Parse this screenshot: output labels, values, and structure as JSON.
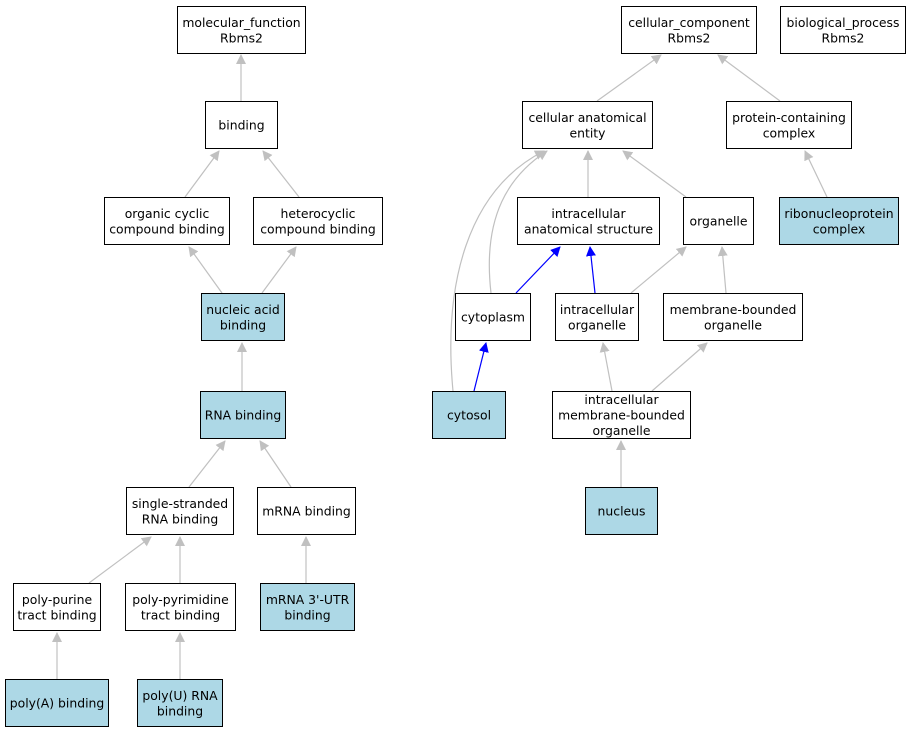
{
  "colors": {
    "highlight": "#add8e6",
    "plain": "#ffffff",
    "edge_gray": "#c0c0c0",
    "edge_blue": "#0000ff"
  },
  "nodes": {
    "mf_root": {
      "lines": [
        "molecular_function",
        "Rbms2"
      ],
      "highlight": false
    },
    "binding": {
      "lines": [
        "binding"
      ],
      "highlight": false
    },
    "organic_cyclic": {
      "lines": [
        "organic cyclic",
        "compound binding"
      ],
      "highlight": false
    },
    "heterocyclic": {
      "lines": [
        "heterocyclic",
        "compound binding"
      ],
      "highlight": false
    },
    "nucleic_acid": {
      "lines": [
        "nucleic acid",
        "binding"
      ],
      "highlight": true
    },
    "rna_binding": {
      "lines": [
        "RNA binding"
      ],
      "highlight": true
    },
    "ss_rna": {
      "lines": [
        "single-stranded",
        "RNA binding"
      ],
      "highlight": false
    },
    "mrna_binding": {
      "lines": [
        "mRNA binding"
      ],
      "highlight": false
    },
    "poly_purine": {
      "lines": [
        "poly-purine",
        "tract binding"
      ],
      "highlight": false
    },
    "poly_pyrimidine": {
      "lines": [
        "poly-pyrimidine",
        "tract binding"
      ],
      "highlight": false
    },
    "mrna_3utr": {
      "lines": [
        "mRNA 3'-UTR",
        "binding"
      ],
      "highlight": true
    },
    "polya": {
      "lines": [
        "poly(A) binding"
      ],
      "highlight": true
    },
    "polyu": {
      "lines": [
        "poly(U) RNA",
        "binding"
      ],
      "highlight": true
    },
    "cc_root": {
      "lines": [
        "cellular_component",
        "Rbms2"
      ],
      "highlight": false
    },
    "bp_root": {
      "lines": [
        "biological_process",
        "Rbms2"
      ],
      "highlight": false
    },
    "cae": {
      "lines": [
        "cellular anatomical",
        "entity"
      ],
      "highlight": false
    },
    "pcc": {
      "lines": [
        "protein-containing",
        "complex"
      ],
      "highlight": false
    },
    "ias": {
      "lines": [
        "intracellular",
        "anatomical structure"
      ],
      "highlight": false
    },
    "organelle": {
      "lines": [
        "organelle"
      ],
      "highlight": false
    },
    "rnp": {
      "lines": [
        "ribonucleoprotein",
        "complex"
      ],
      "highlight": true
    },
    "cytoplasm": {
      "lines": [
        "cytoplasm"
      ],
      "highlight": false
    },
    "intra_org": {
      "lines": [
        "intracellular",
        "organelle"
      ],
      "highlight": false
    },
    "mbo": {
      "lines": [
        "membrane-bounded",
        "organelle"
      ],
      "highlight": false
    },
    "cytosol": {
      "lines": [
        "cytosol"
      ],
      "highlight": true
    },
    "imbo": {
      "lines": [
        "intracellular",
        "membrane-bounded",
        "organelle"
      ],
      "highlight": false
    },
    "nucleus": {
      "lines": [
        "nucleus"
      ],
      "highlight": true
    }
  },
  "edges": [
    {
      "from": "binding",
      "to": "mf_root",
      "color": "gray"
    },
    {
      "from": "organic_cyclic",
      "to": "binding",
      "color": "gray"
    },
    {
      "from": "heterocyclic",
      "to": "binding",
      "color": "gray"
    },
    {
      "from": "nucleic_acid",
      "to": "organic_cyclic",
      "color": "gray"
    },
    {
      "from": "nucleic_acid",
      "to": "heterocyclic",
      "color": "gray"
    },
    {
      "from": "rna_binding",
      "to": "nucleic_acid",
      "color": "gray"
    },
    {
      "from": "ss_rna",
      "to": "rna_binding",
      "color": "gray"
    },
    {
      "from": "mrna_binding",
      "to": "rna_binding",
      "color": "gray"
    },
    {
      "from": "poly_purine",
      "to": "ss_rna",
      "color": "gray"
    },
    {
      "from": "poly_pyrimidine",
      "to": "ss_rna",
      "color": "gray"
    },
    {
      "from": "mrna_3utr",
      "to": "mrna_binding",
      "color": "gray"
    },
    {
      "from": "polya",
      "to": "poly_purine",
      "color": "gray"
    },
    {
      "from": "polyu",
      "to": "poly_pyrimidine",
      "color": "gray"
    },
    {
      "from": "cae",
      "to": "cc_root",
      "color": "gray"
    },
    {
      "from": "pcc",
      "to": "cc_root",
      "color": "gray"
    },
    {
      "from": "rnp",
      "to": "pcc",
      "color": "gray"
    },
    {
      "from": "ias",
      "to": "cae",
      "color": "gray"
    },
    {
      "from": "organelle",
      "to": "cae",
      "color": "gray"
    },
    {
      "from": "cytoplasm",
      "to": "cae",
      "color": "gray"
    },
    {
      "from": "cytosol",
      "to": "cae",
      "color": "gray"
    },
    {
      "from": "cytoplasm",
      "to": "ias",
      "color": "blue"
    },
    {
      "from": "intra_org",
      "to": "ias",
      "color": "blue"
    },
    {
      "from": "intra_org",
      "to": "organelle",
      "color": "gray"
    },
    {
      "from": "mbo",
      "to": "organelle",
      "color": "gray"
    },
    {
      "from": "cytosol",
      "to": "cytoplasm",
      "color": "blue"
    },
    {
      "from": "imbo",
      "to": "intra_org",
      "color": "gray"
    },
    {
      "from": "imbo",
      "to": "mbo",
      "color": "gray"
    },
    {
      "from": "nucleus",
      "to": "imbo",
      "color": "gray"
    }
  ]
}
